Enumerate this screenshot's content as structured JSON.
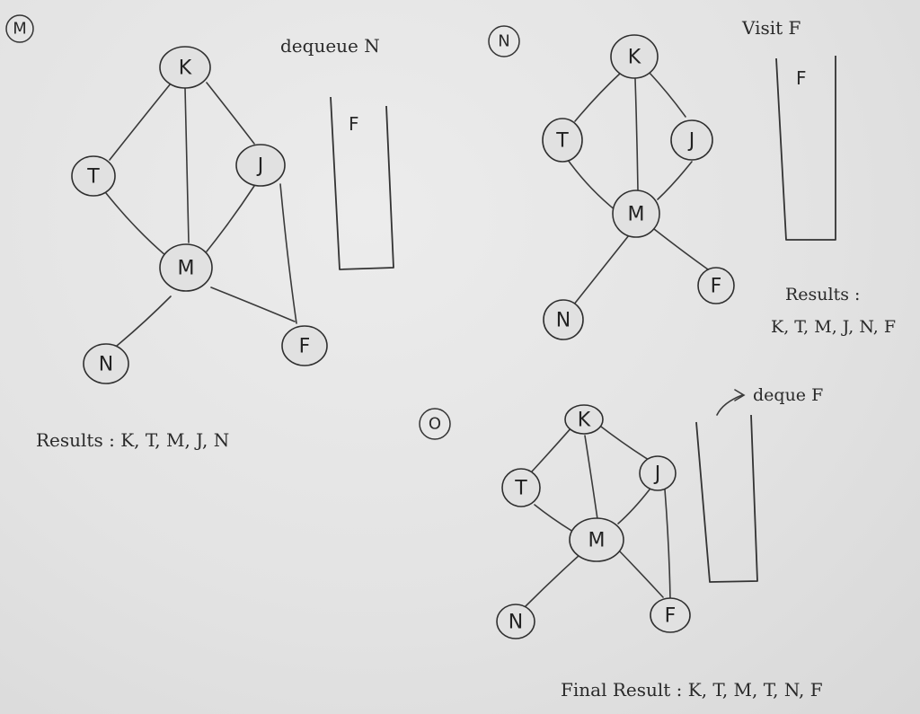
{
  "steps": [
    {
      "label": "M",
      "note": "dequeue N",
      "queue": [
        "F"
      ],
      "results": "Results : K, T, M, J, N",
      "nodes": [
        "K",
        "T",
        "J",
        "M",
        "N",
        "F"
      ]
    },
    {
      "label": "N",
      "note": "Visit F",
      "queue": [
        "F"
      ],
      "results_title": "Results :",
      "results": "K, T, M, J, N, F",
      "nodes": [
        "K",
        "T",
        "J",
        "M",
        "N",
        "F"
      ]
    },
    {
      "label": "O",
      "note": "deque F",
      "queue": [],
      "results": "Final Result : K, T, M, T, N, F",
      "nodes": [
        "K",
        "T",
        "J",
        "M",
        "N",
        "F"
      ]
    }
  ]
}
